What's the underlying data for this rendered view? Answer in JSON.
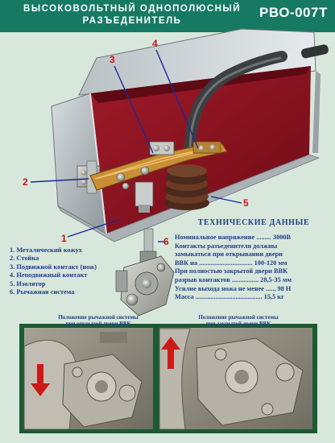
{
  "header": {
    "title_line1": "ВЫСОКОВОЛЬТНЫЙ ОДНОПОЛЮСНЫЙ",
    "title_line2": "РАЗЪЕДЕНИТЕЛЬ",
    "model": "РВО-007Т"
  },
  "callouts": [
    "1",
    "2",
    "3",
    "4",
    "5",
    "6"
  ],
  "parts": [
    "1. Металический кожух",
    "2. Стойка",
    "3. Подвижной контакт (нож)",
    "4. Неподвижный контакт",
    "5. Изолятор",
    "6. Рычажная система"
  ],
  "specs": {
    "title": "ТЕХНИЧЕСКИЕ ДАННЫЕ",
    "lines": [
      "Номинальное напряжение ......... 3000В",
      "Контакты разъеденителя должны",
      "замыкаться при открывании двери",
      "ВВК на ................................ 100-120 мм",
      "При полностью закрытой двери ВВК",
      "разрыв контактов ................ 28,5-35 мм",
      "Усилие выхода ножа не менее ...... 98 Н",
      "Масса ........................................ 15,5 кг"
    ]
  },
  "captions": {
    "open_line1": "Положение рычажной системы",
    "open_line2": "при открытой двери ВВК",
    "closed_line1": "Положение рычажной системы",
    "closed_line2": "при закрытой двери ВВК"
  },
  "colors": {
    "header_band": "#167a62",
    "background": "#d8e7db",
    "text": "#1f3f8a",
    "enclosure_interior": "#8c1020",
    "callout_lines": "#1a2a9a",
    "photo_frame": "#1c5a34",
    "arrow": "#cc1b16"
  }
}
